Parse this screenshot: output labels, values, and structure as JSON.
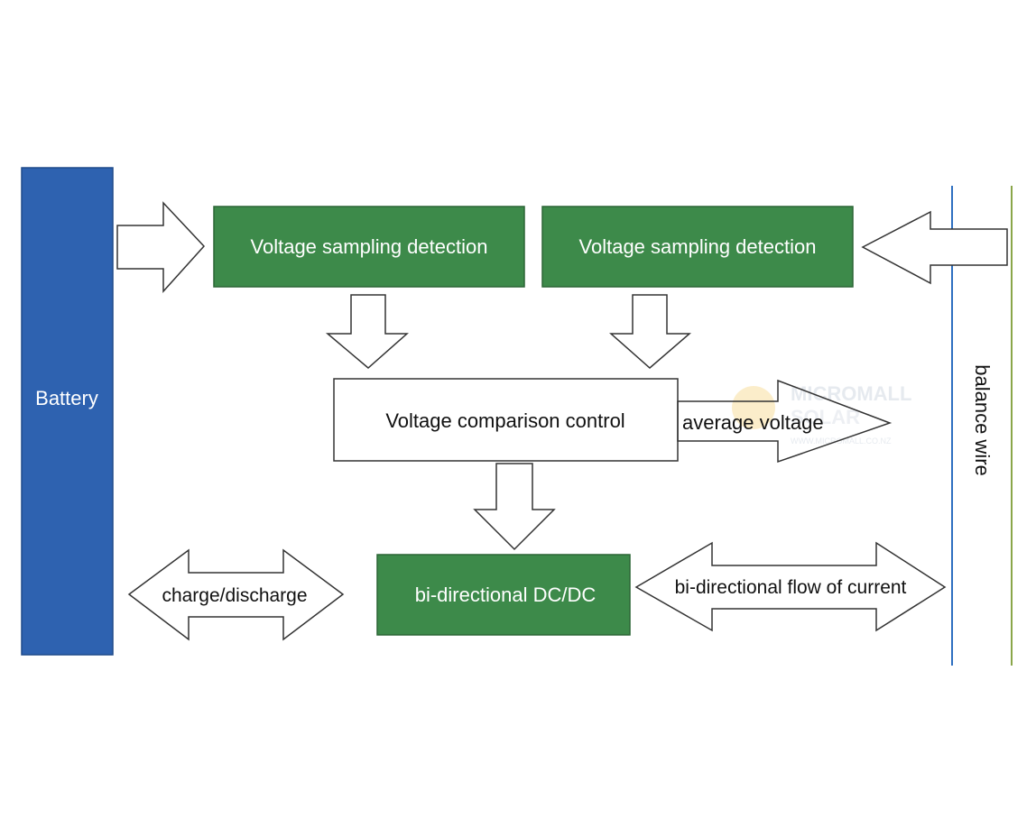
{
  "battery": {
    "label": "Battery",
    "color": "#2e62b0"
  },
  "boxes": {
    "sampling_left": {
      "label": "Voltage sampling detection",
      "color": "#3d8a4a"
    },
    "sampling_right": {
      "label": "Voltage sampling detection",
      "color": "#3d8a4a"
    },
    "comparison": {
      "label": "Voltage comparison control"
    },
    "dcdc": {
      "label": "bi-directional DC/DC",
      "color": "#3d8a4a"
    }
  },
  "arrows": {
    "average_voltage": "average voltage",
    "charge_discharge": "charge/discharge",
    "bidirectional_flow": "bi-directional flow of current"
  },
  "balance_wire": {
    "label": "balance wire",
    "line_colors": [
      "#2e6fc0",
      "#8aa64a"
    ]
  },
  "watermark": {
    "line1": "MICROMALL",
    "line2": "SOLAR",
    "url": "WWW.MICROMALL.CO.NZ"
  }
}
